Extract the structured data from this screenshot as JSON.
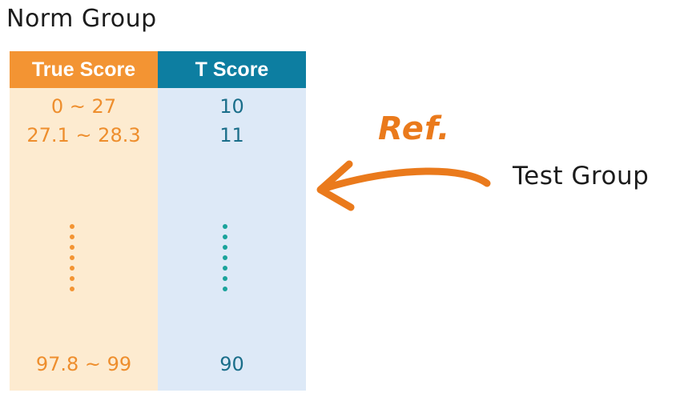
{
  "norm_group_title": "Norm Group",
  "test_group_title": "Test Group",
  "ref_label": "Ref.",
  "table": {
    "headers": [
      "True Score",
      "T Score"
    ],
    "rows": [
      [
        "0 ~ 27",
        "10"
      ],
      [
        "27.1 ~ 28.3",
        "11"
      ],
      [
        "97.8 ~ 99",
        "90"
      ]
    ],
    "ellipsis_between_rows": [
      2,
      3
    ]
  },
  "colors": {
    "true_score_header": "#f39433",
    "true_score_fill": "#fdebd0",
    "true_score_text": "#ee8e2d",
    "t_score_header": "#0d7ea1",
    "t_score_fill": "#dde9f7",
    "t_score_text": "#1a6e8a",
    "t_score_dots": "#1aa39b",
    "arrow": "#ea7a1c"
  },
  "icons": {
    "arrow": "curved-arrow-left-icon"
  }
}
